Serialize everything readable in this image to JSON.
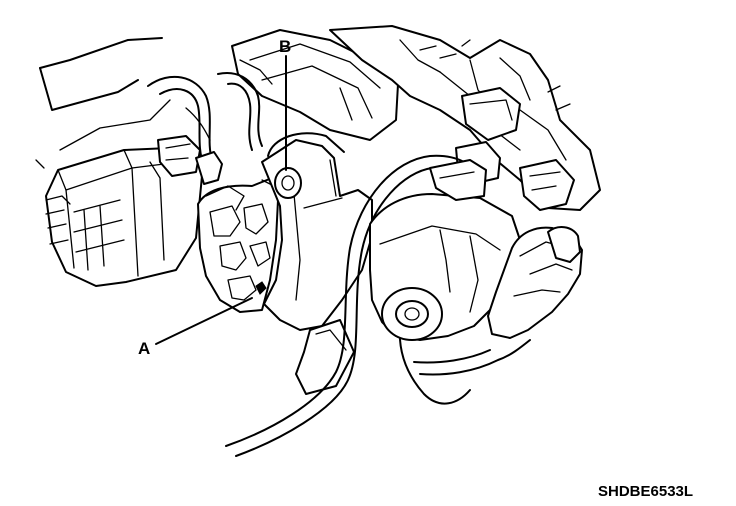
{
  "diagram": {
    "labels": {
      "a": "A",
      "b": "B"
    },
    "figure_id": "SHDBE6533L",
    "colors": {
      "line": "#000000",
      "background": "#ffffff"
    }
  }
}
